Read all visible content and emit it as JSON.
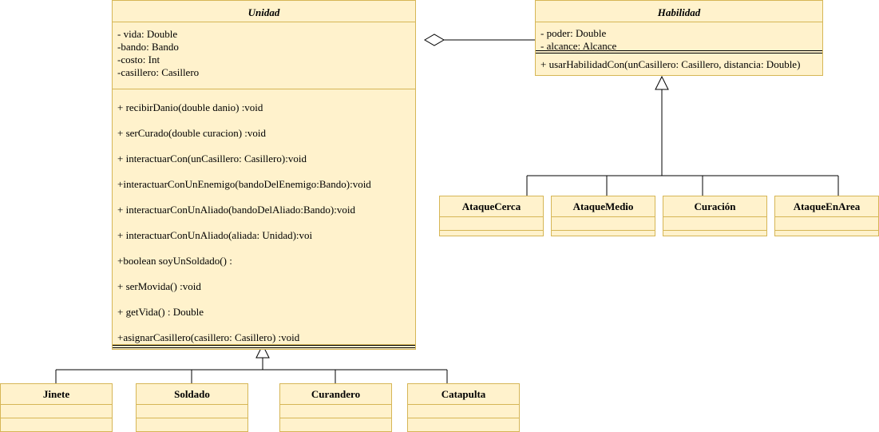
{
  "unidad": {
    "name": "Unidad",
    "attributes": [
      "- vida: Double",
      "-bando: Bando",
      "-costo: Int",
      "-casillero: Casillero"
    ],
    "methods": [
      "+ recibirDanio(double danio) :void",
      "+ serCurado(double curacion) :void",
      "+ interactuarCon(unCasillero: Casillero):void",
      "+interactuarConUnEnemigo(bandoDelEnemigo:Bando):void",
      "+ interactuarConUnAliado(bandoDelAliado:Bando):void",
      "+ interactuarConUnAliado(aliada: Unidad):voi",
      "+boolean soyUnSoldado() :",
      "+ serMovida() :void",
      "+ getVida() : Double",
      "+asignarCasillero(casillero: Casillero) :void"
    ]
  },
  "habilidad": {
    "name": "Habilidad",
    "attributes": [
      "- poder: Double",
      "- alcance: Alcance"
    ],
    "methods": [
      "+ usarHabilidadCon(unCasillero: Casillero, distancia: Double)"
    ]
  },
  "subclasses_unidad": [
    "Jinete",
    "Soldado",
    "Curandero",
    "Catapulta"
  ],
  "subclasses_habilidad": [
    "AtaqueCerca",
    "AtaqueMedio",
    "Curación",
    "AtaqueEnArea"
  ],
  "colors": {
    "fill": "#fff2cc",
    "stroke": "#d6b656",
    "line": "#000000"
  }
}
